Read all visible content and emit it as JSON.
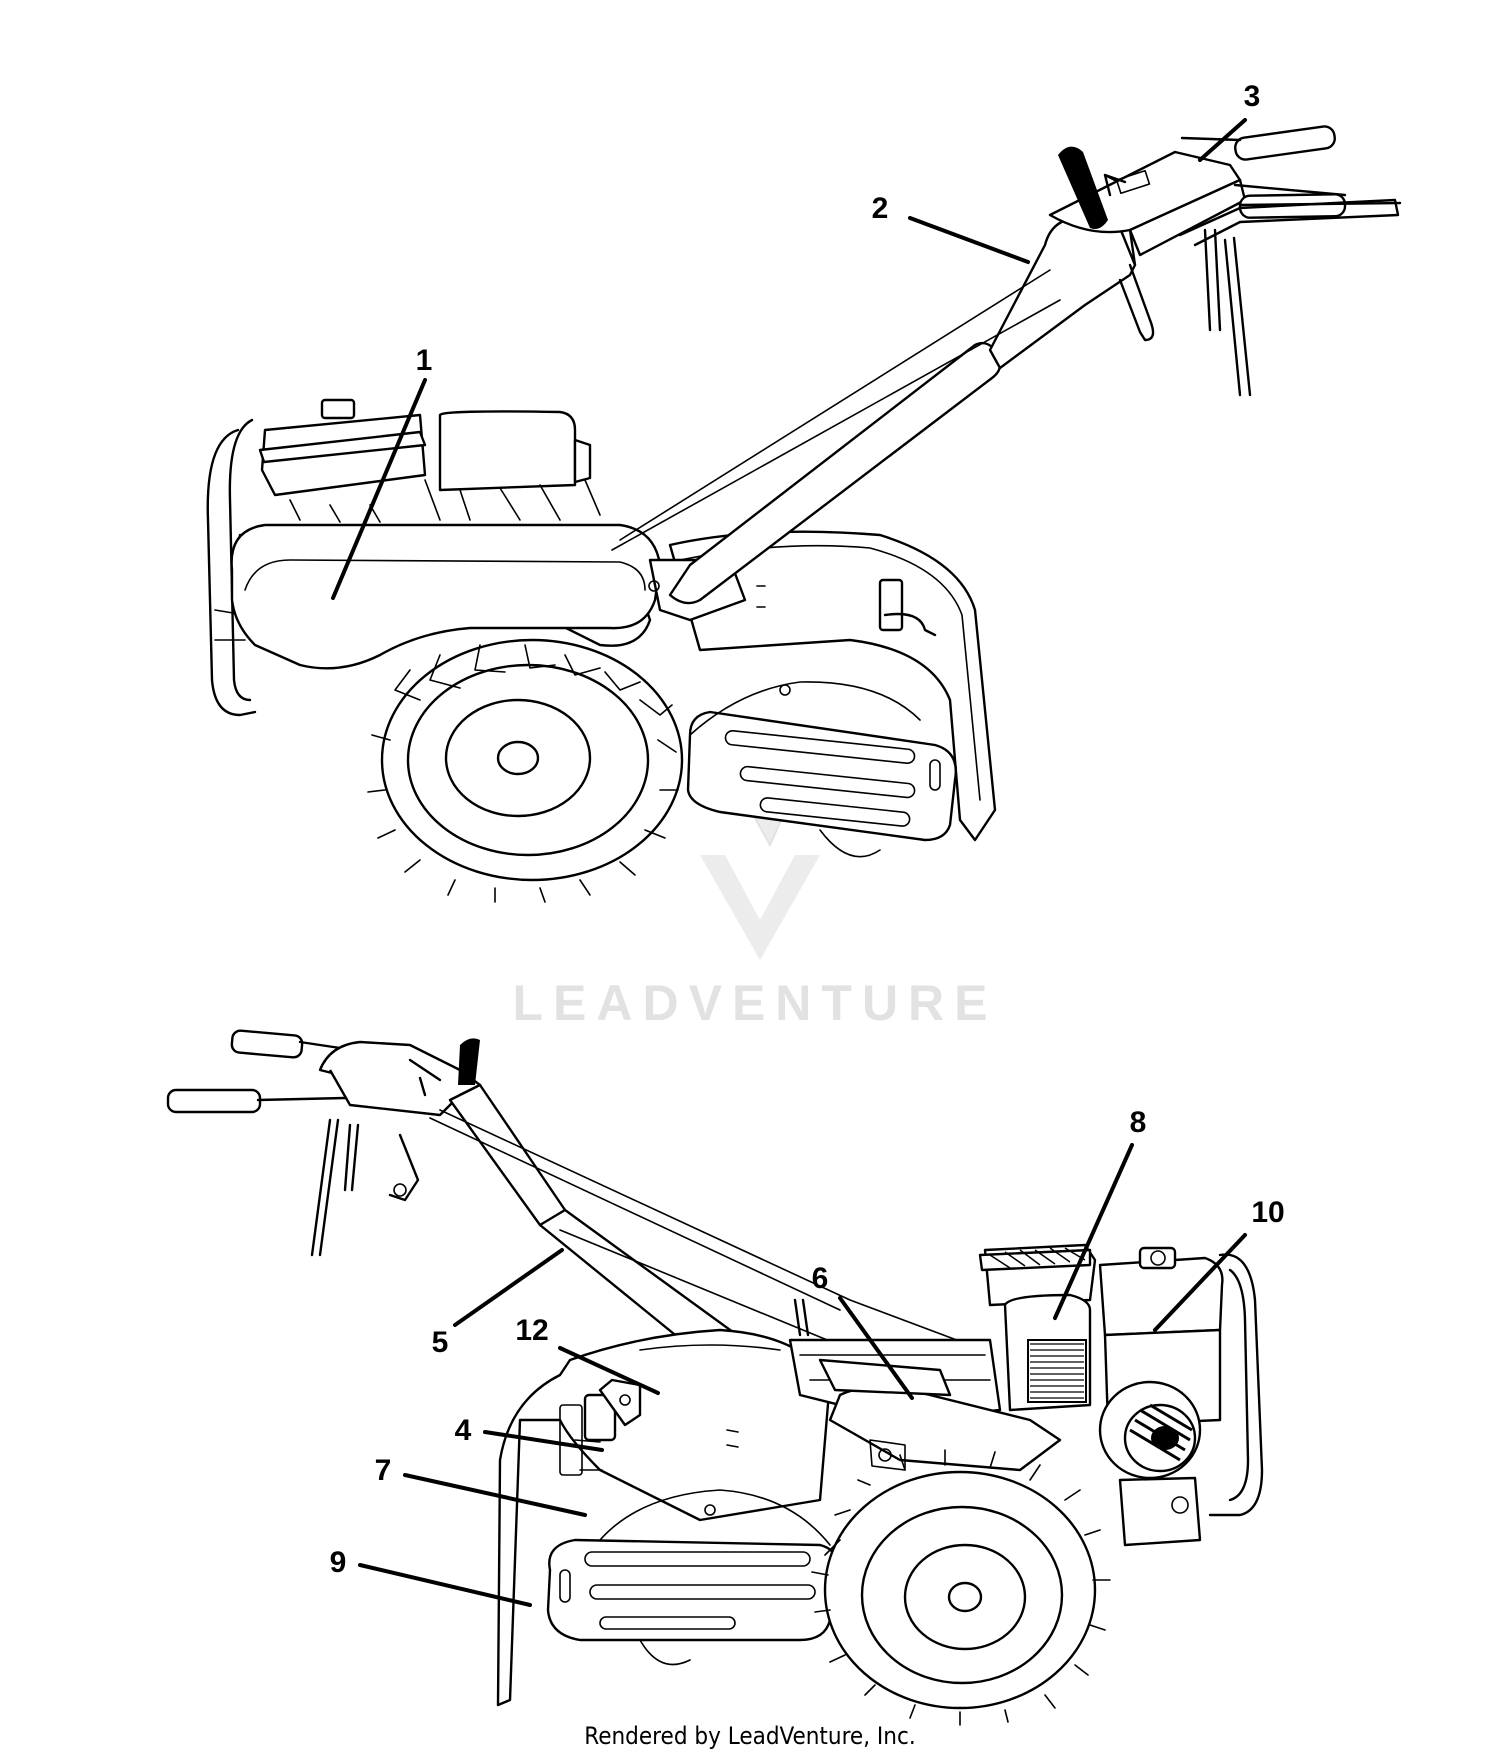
{
  "watermark": {
    "text": "LEADVENTURE"
  },
  "footer": {
    "credit": "Rendered by LeadVenture, Inc."
  },
  "callouts": [
    {
      "id": "1",
      "label": "1"
    },
    {
      "id": "2",
      "label": "2"
    },
    {
      "id": "3",
      "label": "3"
    },
    {
      "id": "4",
      "label": "4"
    },
    {
      "id": "5",
      "label": "5"
    },
    {
      "id": "6",
      "label": "6"
    },
    {
      "id": "7",
      "label": "7"
    },
    {
      "id": "8",
      "label": "8"
    },
    {
      "id": "9",
      "label": "9"
    },
    {
      "id": "10",
      "label": "10"
    },
    {
      "id": "12",
      "label": "12"
    }
  ]
}
